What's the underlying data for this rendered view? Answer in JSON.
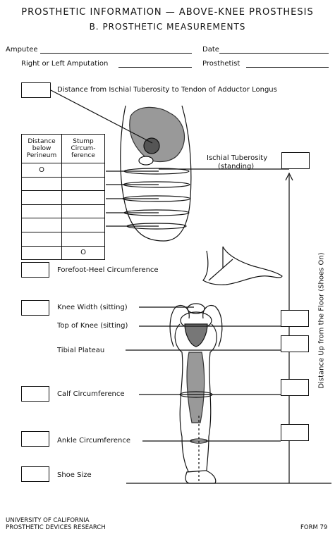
{
  "header": {
    "title": "PROSTHETIC INFORMATION — ABOVE-KNEE PROSTHESIS",
    "subtitle": "B. PROSTHETIC MEASUREMENTS"
  },
  "form_fields": {
    "amputee": "Amputee",
    "date": "Date",
    "side": "Right or Left Amputation",
    "prosthetist": "Prosthetist"
  },
  "labels": {
    "ischial_adductor": "Distance from Ischial Tuberosity to Tendon of Adductor Longus",
    "ischial_tuberosity_1": "Ischial Tuberosity",
    "ischial_tuberosity_2": "(standing)",
    "forefoot_heel": "Forefoot-Heel Circumference",
    "knee_width": "Knee Width (sitting)",
    "top_of_knee": "Top of Knee (sitting)",
    "tibial_plateau": "Tibial Plateau",
    "calf": "Calf Circumference",
    "ankle": "Ankle Circumference",
    "shoe_size": "Shoe Size",
    "vertical_axis": "Distance Up from the Floor (Shoes On)"
  },
  "table": {
    "col1_header": [
      "Distance",
      "below",
      "Perineum"
    ],
    "col2_header": [
      "Stump",
      "Circum-",
      "ference"
    ],
    "rows": [
      [
        "O",
        ""
      ],
      [
        "",
        ""
      ],
      [
        "",
        ""
      ],
      [
        "",
        ""
      ],
      [
        "",
        ""
      ],
      [
        "",
        ""
      ],
      [
        "",
        "O"
      ]
    ]
  },
  "footer": {
    "org_line1": "UNIVERSITY OF CALIFORNIA",
    "org_line2": "PROSTHETIC DEVICES RESEARCH",
    "form_number": "FORM 79"
  }
}
